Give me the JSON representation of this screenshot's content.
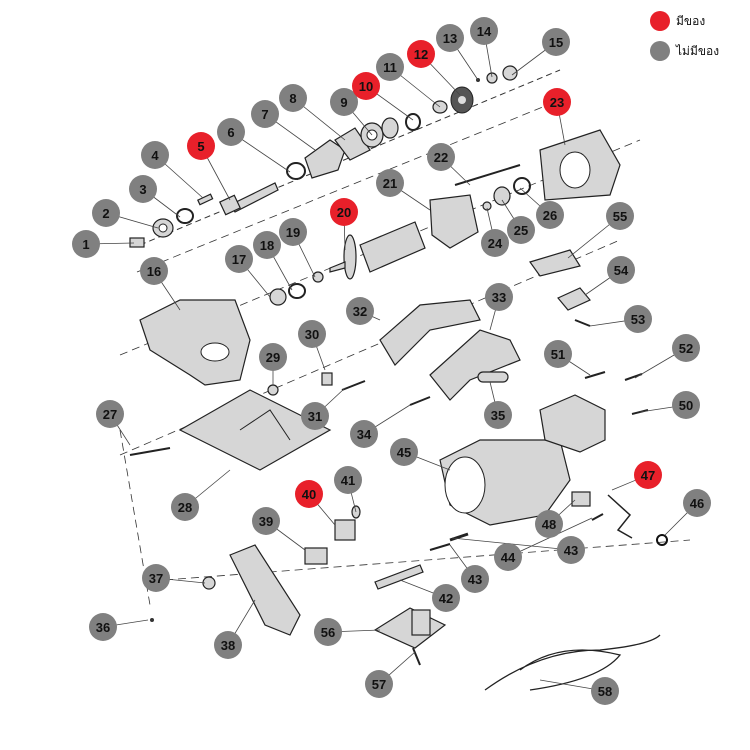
{
  "legend": {
    "available": {
      "label": "มีของ",
      "color": "#e8202a"
    },
    "unavailable": {
      "label": "ไม่มีของ",
      "color": "#808080"
    }
  },
  "colors": {
    "available": "#e8202a",
    "unavailable": "#808080",
    "line": "#222222",
    "part_fill": "#d6d6d6"
  },
  "parts": [
    {
      "num": "1",
      "status": "unavailable"
    },
    {
      "num": "2",
      "status": "unavailable"
    },
    {
      "num": "3",
      "status": "unavailable"
    },
    {
      "num": "4",
      "status": "unavailable"
    },
    {
      "num": "5",
      "status": "available"
    },
    {
      "num": "6",
      "status": "unavailable"
    },
    {
      "num": "7",
      "status": "unavailable"
    },
    {
      "num": "8",
      "status": "unavailable"
    },
    {
      "num": "9",
      "status": "unavailable"
    },
    {
      "num": "10",
      "status": "available"
    },
    {
      "num": "11",
      "status": "unavailable"
    },
    {
      "num": "12",
      "status": "available"
    },
    {
      "num": "13",
      "status": "unavailable"
    },
    {
      "num": "14",
      "status": "unavailable"
    },
    {
      "num": "15",
      "status": "unavailable"
    },
    {
      "num": "16",
      "status": "unavailable"
    },
    {
      "num": "17",
      "status": "unavailable"
    },
    {
      "num": "18",
      "status": "unavailable"
    },
    {
      "num": "19",
      "status": "unavailable"
    },
    {
      "num": "20",
      "status": "available"
    },
    {
      "num": "21",
      "status": "unavailable"
    },
    {
      "num": "22",
      "status": "unavailable"
    },
    {
      "num": "23",
      "status": "available"
    },
    {
      "num": "24",
      "status": "unavailable"
    },
    {
      "num": "25",
      "status": "unavailable"
    },
    {
      "num": "26",
      "status": "unavailable"
    },
    {
      "num": "27",
      "status": "unavailable"
    },
    {
      "num": "28",
      "status": "unavailable"
    },
    {
      "num": "29",
      "status": "unavailable"
    },
    {
      "num": "30",
      "status": "unavailable"
    },
    {
      "num": "31",
      "status": "unavailable"
    },
    {
      "num": "32",
      "status": "unavailable"
    },
    {
      "num": "33",
      "status": "unavailable"
    },
    {
      "num": "34",
      "status": "unavailable"
    },
    {
      "num": "35",
      "status": "unavailable"
    },
    {
      "num": "36",
      "status": "unavailable"
    },
    {
      "num": "37",
      "status": "unavailable"
    },
    {
      "num": "38",
      "status": "unavailable"
    },
    {
      "num": "39",
      "status": "unavailable"
    },
    {
      "num": "40",
      "status": "available"
    },
    {
      "num": "41",
      "status": "unavailable"
    },
    {
      "num": "42",
      "status": "unavailable"
    },
    {
      "num": "43",
      "status": "unavailable"
    },
    {
      "num": "43",
      "status": "unavailable"
    },
    {
      "num": "44",
      "status": "unavailable"
    },
    {
      "num": "45",
      "status": "unavailable"
    },
    {
      "num": "46",
      "status": "unavailable"
    },
    {
      "num": "47",
      "status": "available"
    },
    {
      "num": "48",
      "status": "unavailable"
    },
    {
      "num": "50",
      "status": "unavailable"
    },
    {
      "num": "51",
      "status": "unavailable"
    },
    {
      "num": "52",
      "status": "unavailable"
    },
    {
      "num": "53",
      "status": "unavailable"
    },
    {
      "num": "54",
      "status": "unavailable"
    },
    {
      "num": "55",
      "status": "unavailable"
    },
    {
      "num": "56",
      "status": "unavailable"
    },
    {
      "num": "57",
      "status": "unavailable"
    },
    {
      "num": "58",
      "status": "unavailable"
    }
  ]
}
